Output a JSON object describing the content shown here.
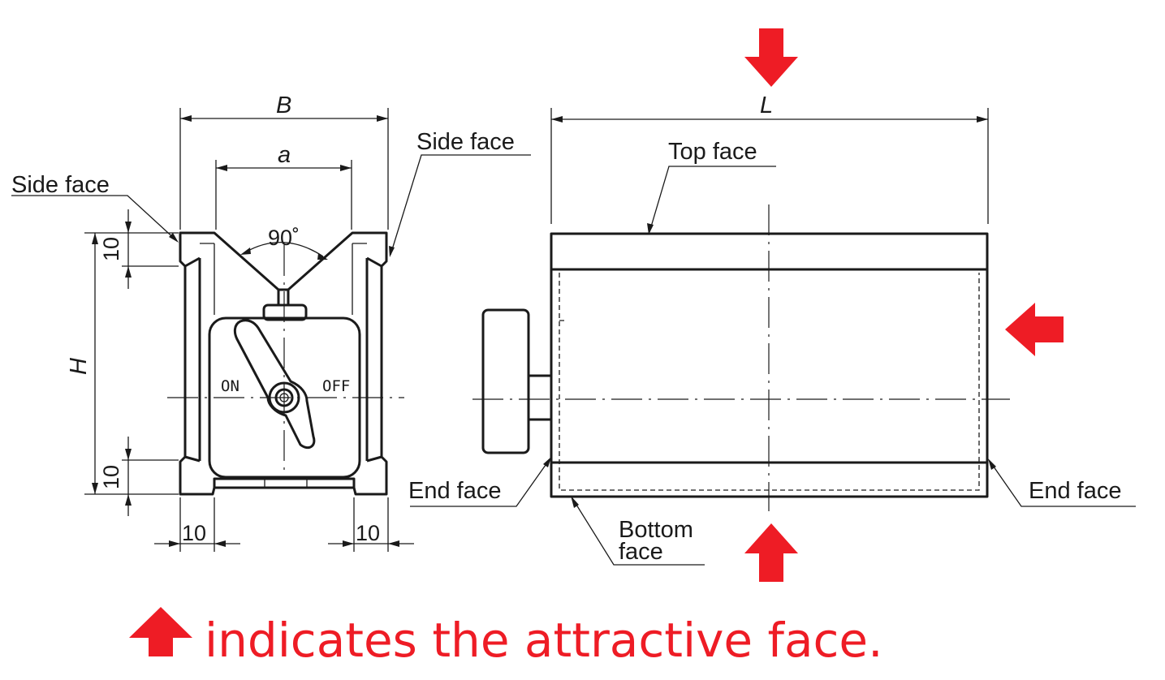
{
  "labels": {
    "side_face_left": "Side face",
    "side_face_right": "Side face",
    "top_face": "Top face",
    "end_face_left": "End face",
    "end_face_right": "End face",
    "bottom_face_line1": "Bottom",
    "bottom_face_line2": "face"
  },
  "dimensions": {
    "B": "B",
    "a": "a",
    "L": "L",
    "H": "H",
    "angle": "90˚",
    "top_10": "10",
    "bottom_10": "10",
    "left_10": "10",
    "right_10": "10"
  },
  "switch": {
    "on": "ON",
    "off": "OFF"
  },
  "legend": {
    "text": "indicates the attractive face."
  },
  "colors": {
    "line": "#1a1a1a",
    "accent_red": "#ee1c25"
  }
}
